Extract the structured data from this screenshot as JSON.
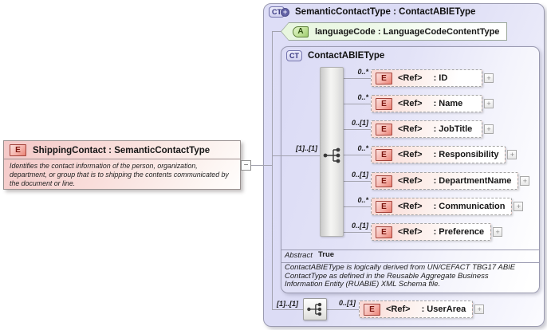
{
  "diagram": {
    "source": {
      "icon": "E",
      "title": "ShippingContact : SemanticContactType",
      "description": "Identifies the contact information of the person, organization, department, or group that is to shipping the contents communicated by the document or line.",
      "collapse_glyph": "−"
    },
    "type": {
      "icon": "CT",
      "icon_plus": "+",
      "title": "SemanticContactType : ContactABIEType",
      "attribute": {
        "icon": "A",
        "label": "languageCode : LanguageCodeContentType"
      },
      "base": {
        "icon": "CT",
        "title": "ContactABIEType",
        "cardinality": "[1]..[1]",
        "elements": [
          {
            "icon": "E",
            "tag": "<Ref>",
            "name": ": ID",
            "cardinality": "0..*"
          },
          {
            "icon": "E",
            "tag": "<Ref>",
            "name": ": Name",
            "cardinality": "0..*"
          },
          {
            "icon": "E",
            "tag": "<Ref>",
            "name": ": JobTitle",
            "cardinality": "0..[1]"
          },
          {
            "icon": "E",
            "tag": "<Ref>",
            "name": ": Responsibility",
            "cardinality": "0..*"
          },
          {
            "icon": "E",
            "tag": "<Ref>",
            "name": ": DepartmentName",
            "cardinality": "0..[1]"
          },
          {
            "icon": "E",
            "tag": "<Ref>",
            "name": ": Communication",
            "cardinality": "0..*"
          },
          {
            "icon": "E",
            "tag": "<Ref>",
            "name": ": Preference",
            "cardinality": "0..[1]"
          }
        ],
        "abstract_label": "Abstract",
        "abstract_value": "True",
        "annotation": "ContactABIEType is logically derived from UN/CEFACT TBG17 ABIE ContactType as defined in the Reusable Aggregate Business Information Entity (RUABIE) XML Schema file."
      },
      "extension": {
        "cardinality": "[1]..[1]",
        "element": {
          "icon": "E",
          "tag": "<Ref>",
          "name": ": UserArea",
          "cardinality": "0..[1]"
        }
      }
    },
    "expand_glyph": "+",
    "colors": {
      "element_accent": "#e88174",
      "attribute_accent": "#9fcb6f",
      "type_accent": "#6363a6",
      "container_fill": "#dcdcf5",
      "element_fill": "#f9d8d4",
      "connector": "#a2a2ae"
    }
  }
}
